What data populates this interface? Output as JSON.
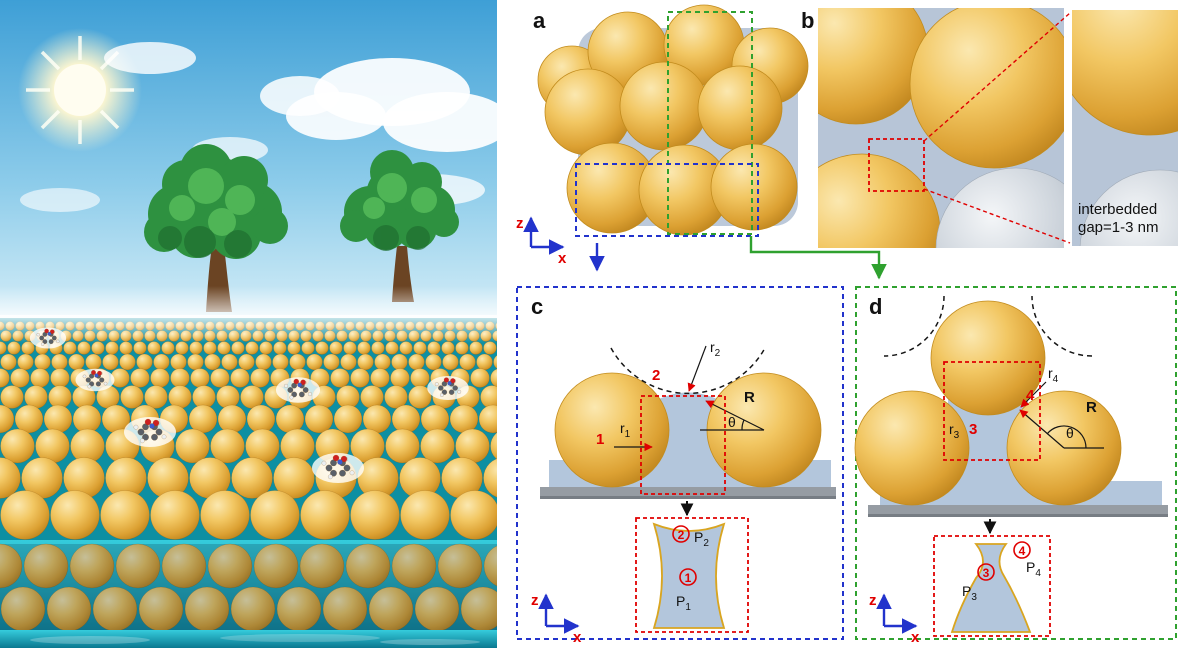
{
  "palette": {
    "gold": "#F2C763",
    "gold_dark": "#B97F19",
    "capillary_water_blue": "#B3C6DC",
    "substrate_gray": "#969CA3",
    "sea_teal": "#14AFC0",
    "accent_red": "#E00000",
    "accent_blue": "#2233CC",
    "accent_green": "#2FA12F"
  },
  "panel_a": {
    "label": "a"
  },
  "panel_b": {
    "label": "b",
    "caption_line1": "interbedded",
    "caption_line2": "gap=1-3 nm"
  },
  "panel_c": {
    "label": "c",
    "num1": "1",
    "num2": "2",
    "r1": {
      "base": "r",
      "sub": "1"
    },
    "r2": {
      "base": "r",
      "sub": "2"
    },
    "radius_label": "R",
    "theta": "θ",
    "inset": {
      "circled1": "1",
      "circled2": "2",
      "p1": {
        "base": "P",
        "sub": "1"
      },
      "p2": {
        "base": "P",
        "sub": "2"
      }
    }
  },
  "panel_d": {
    "label": "d",
    "num3": "3",
    "num4": "4",
    "r3": {
      "base": "r",
      "sub": "3"
    },
    "r4": {
      "base": "r",
      "sub": "4"
    },
    "radius_label": "R",
    "theta": "θ",
    "inset": {
      "circled3": "3",
      "circled4": "4",
      "p3": {
        "base": "P",
        "sub": "3"
      },
      "p4": {
        "base": "P",
        "sub": "4"
      }
    }
  },
  "axes": {
    "z": "z",
    "x": "x"
  }
}
